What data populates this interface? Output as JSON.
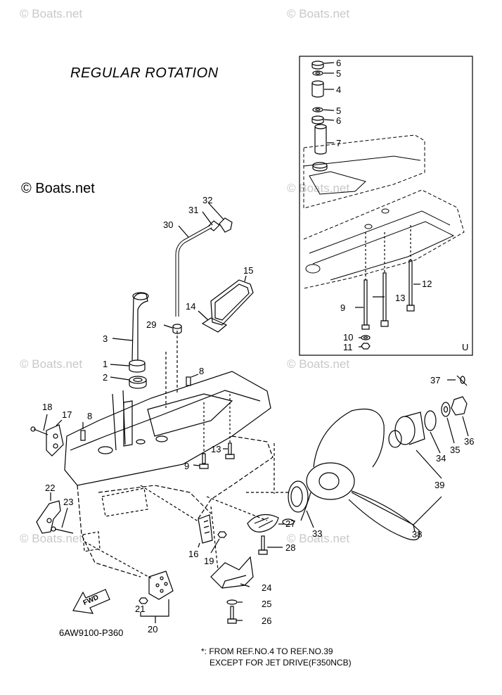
{
  "title": "REGULAR ROTATION",
  "copyright": "© Boats.net",
  "watermark": "© Boats.net",
  "diagram_code": "6AW9100-P360",
  "fwd_label": "FWD",
  "inset_mark": "U",
  "footnote": {
    "line1": "*: FROM REF.NO.4 TO REF.NO.39",
    "line2": "EXCEPT FOR JET DRIVE(F350NCB)"
  },
  "labels": {
    "l6a": "6",
    "l5a": "5",
    "l4": "4",
    "l5b": "5",
    "l6b": "6",
    "l7": "7",
    "l12": "12",
    "l13a": "13",
    "l9a": "9",
    "l10": "10",
    "l11": "11",
    "l32": "32",
    "l31": "31",
    "l30": "30",
    "l15": "15",
    "l14": "14",
    "l29": "29",
    "l3": "3",
    "l1": "1",
    "l2": "2",
    "l8a": "8",
    "l18": "18",
    "l17": "17",
    "l8b": "8",
    "l13b": "13",
    "l9b": "9",
    "l37": "37",
    "l36": "36",
    "l35": "35",
    "l34": "34",
    "l39": "39",
    "l22": "22",
    "l23": "23",
    "l16": "16",
    "l19": "19",
    "l27": "27",
    "l33": "33",
    "l38": "38",
    "l28": "28",
    "l24": "24",
    "l25": "25",
    "l26": "26",
    "l21": "21",
    "l20": "20"
  }
}
